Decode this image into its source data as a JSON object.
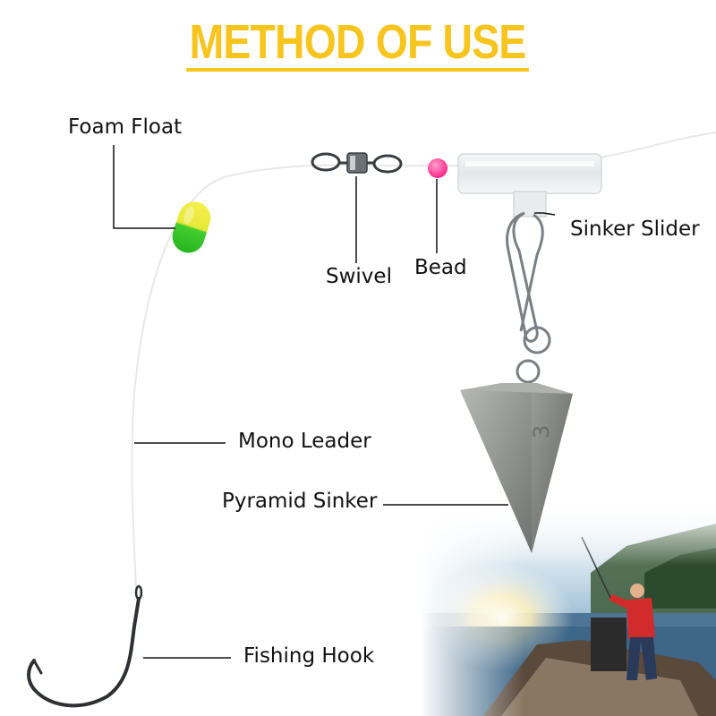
{
  "title": "METHOD OF USE",
  "sinker_mark": "3",
  "labels": {
    "foam_float": "Foam Float",
    "swivel": "Swivel",
    "bead": "Bead",
    "sinker_slider": "Sinker Slider",
    "mono_leader": "Mono Leader",
    "pyramid_sinker": "Pyramid Sinker",
    "fishing_hook": "Fishing Hook"
  },
  "colors": {
    "title": "#f7c51e",
    "float_top": "#f2ee3a",
    "float_bottom": "#35c52a",
    "bead": "#ff2d8c",
    "sinker": "#8c8f8c"
  }
}
